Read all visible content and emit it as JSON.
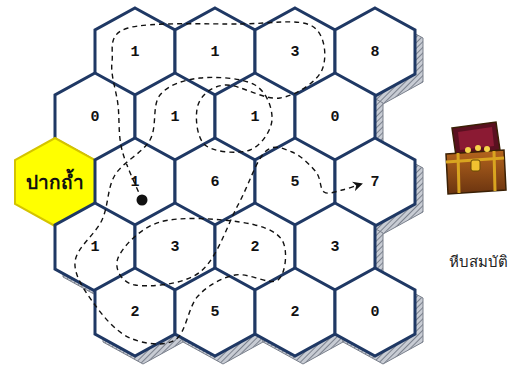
{
  "diagram": {
    "nodes": [
      {
        "text": [
          "1"
        ]
      },
      {
        "text": [
          "1"
        ]
      },
      {
        "text": [
          "3"
        ]
      },
      {
        "text": [
          "8"
        ]
      },
      {
        "text": [
          "0"
        ]
      },
      {
        "text": [
          "1"
        ]
      },
      {
        "text": [
          "1"
        ]
      },
      {
        "text": [
          "0"
        ]
      },
      {
        "text": [
          "ปากถ้ำ"
        ]
      },
      {
        "text": [
          "1"
        ]
      },
      {
        "text": [
          "6"
        ]
      },
      {
        "text": [
          "5"
        ]
      },
      {
        "text": [
          "7"
        ]
      },
      {
        "text": [
          "1"
        ]
      },
      {
        "text": [
          "3"
        ]
      },
      {
        "text": [
          "2"
        ]
      },
      {
        "text": [
          "3"
        ]
      },
      {
        "text": [
          "2"
        ]
      },
      {
        "text": [
          "5"
        ]
      },
      {
        "text": [
          "2"
        ]
      },
      {
        "text": [
          "0"
        ]
      }
    ],
    "labels": [
      "หีบสมบัติ"
    ]
  }
}
